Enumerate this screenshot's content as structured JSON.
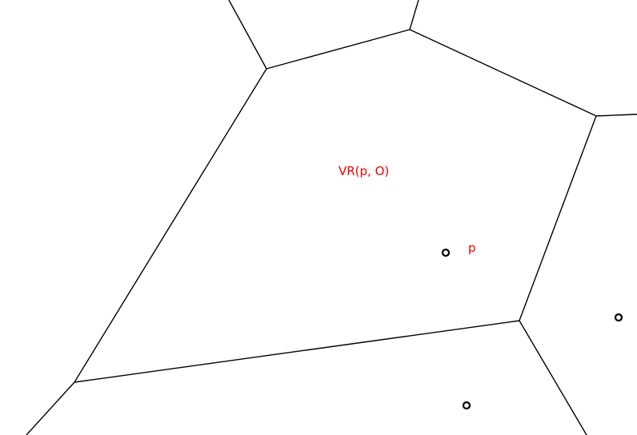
{
  "diagram": {
    "region_label": "VR(p, O)",
    "site_label": "p",
    "label_color": "#ee0000",
    "line_color": "#000000",
    "sites": [
      {
        "id": "p",
        "labeled": true
      },
      {
        "id": "right",
        "labeled": false
      },
      {
        "id": "bottom",
        "labeled": false
      }
    ]
  }
}
